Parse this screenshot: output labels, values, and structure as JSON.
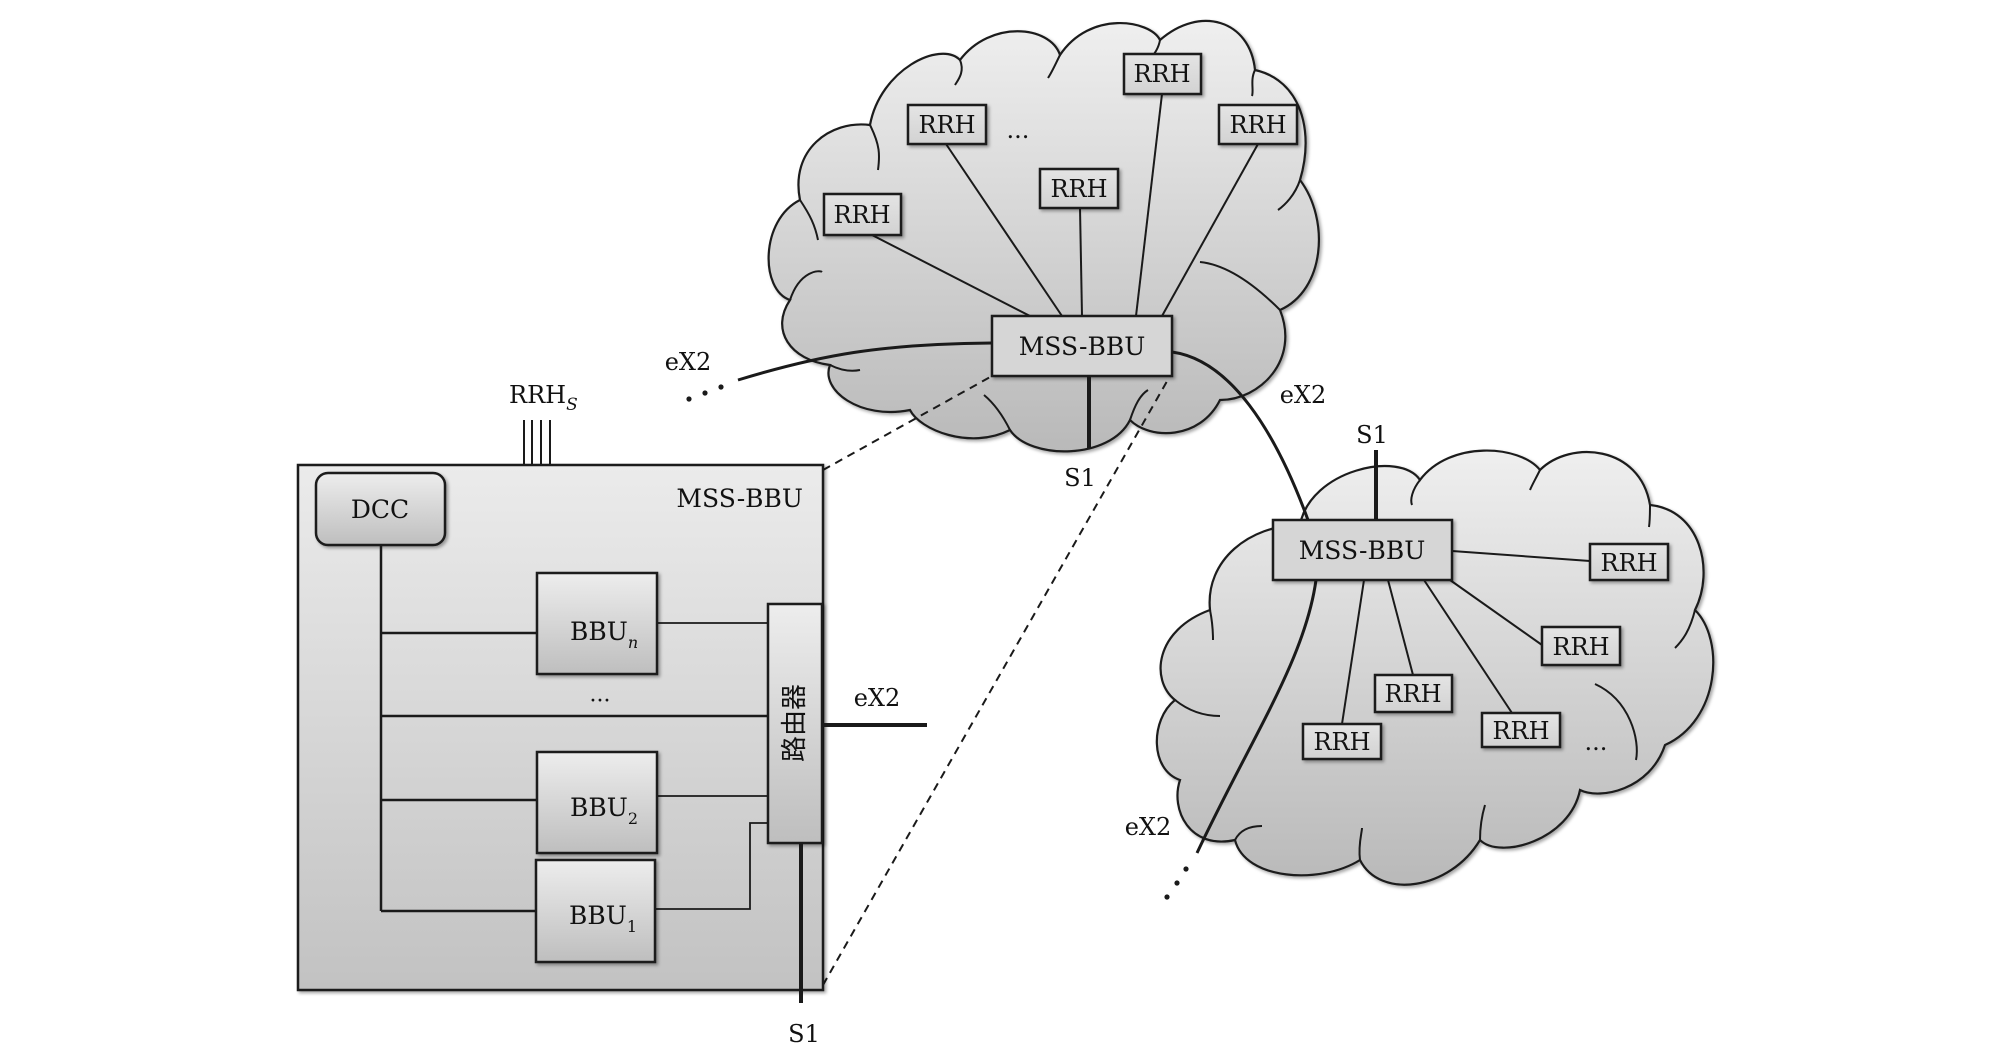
{
  "diagram": {
    "title": "MSS-BBU network architecture",
    "colors": {
      "stroke": "#1a1a1a",
      "cloud_top": "#ececec",
      "cloud_bottom": "#bdbdbd",
      "box_fill": "#dcdcdc",
      "background": "#ffffff"
    },
    "left_unit": {
      "label": "MSS-BBU",
      "rrh_label": "RRH",
      "rrh_sub": "S",
      "dcc_label": "DCC",
      "router_label": "路由器",
      "ellipsis": "···",
      "bbus": [
        {
          "label": "BBU",
          "sub": "n"
        },
        {
          "label": "BBU",
          "sub": "2"
        },
        {
          "label": "BBU",
          "sub": "1"
        }
      ],
      "ex2_label": "eX2",
      "s1_label": "S1"
    },
    "top_cloud": {
      "bbu_label": "MSS-BBU",
      "rrh_labels": [
        "RRH",
        "RRH",
        "RRH",
        "RRH",
        "RRH"
      ],
      "ellipsis": "...",
      "ex2_left_label": "eX2",
      "ex2_right_label": "eX2",
      "s1_label": "S1"
    },
    "right_cloud": {
      "bbu_label": "MSS-BBU",
      "rrh_labels": [
        "RRH",
        "RRH",
        "RRH",
        "RRH",
        "RRH"
      ],
      "ellipsis": "...",
      "ex2_label": "eX2",
      "s1_label": "S1"
    }
  }
}
